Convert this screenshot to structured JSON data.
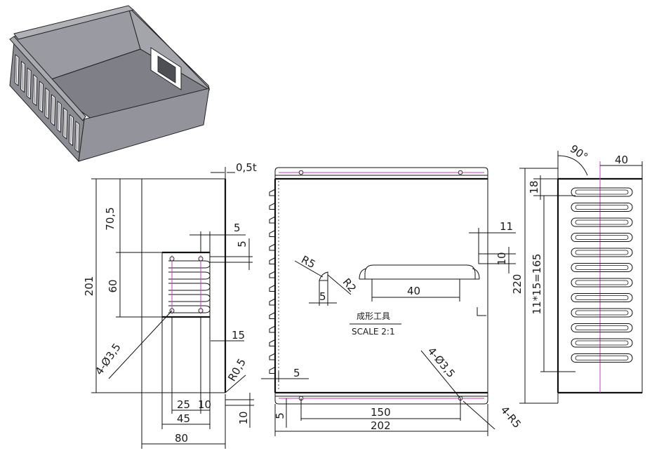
{
  "drawing": {
    "view_iso": {
      "name": "isometric-box-view"
    },
    "view_left": {
      "dims": {
        "thickness": "0,5t",
        "h_top": "70,5",
        "h_total": "201",
        "h_mid": "60",
        "w_5a": "5",
        "w_5b": "5",
        "d_15": "15",
        "hole": "4-Ø3,5",
        "radius": "R0,5",
        "d_25": "25",
        "d_10a": "10",
        "d_45": "45",
        "d_10b": "10",
        "w_total": "80"
      }
    },
    "view_center": {
      "dims": {
        "r5": "R5",
        "r2": "R2",
        "w5": "5",
        "w40": "40",
        "w11": "11",
        "h10": "10",
        "tool_title": "成形工具",
        "tool_scale": "SCALE 2:1",
        "hole": "4-Ø3,5",
        "edge5": "5",
        "w150": "150",
        "w202": "202",
        "bot5": "5",
        "corner": "4-R5"
      }
    },
    "view_right": {
      "dims": {
        "angle": "90°",
        "w40": "40",
        "h18": "18",
        "h220": "220",
        "pitch": "11*15=165"
      }
    }
  }
}
